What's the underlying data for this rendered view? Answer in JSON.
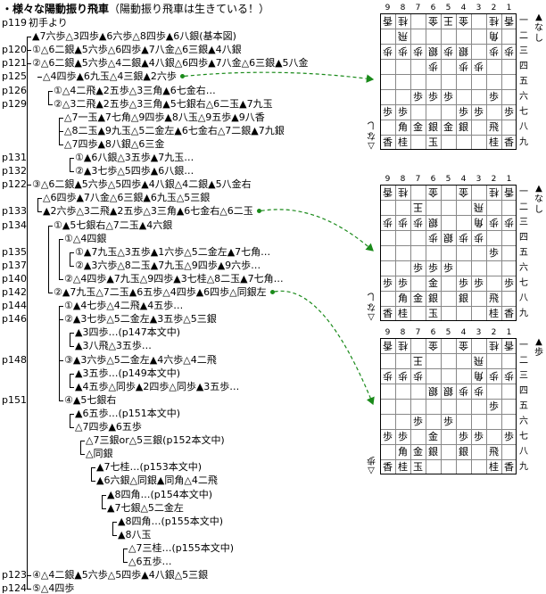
{
  "title": {
    "heading": "・様々な陽動振り飛車",
    "subtitle": "（陽動振り飛車は生きている！）"
  },
  "tree": [
    {
      "page": "p119",
      "depth": 0,
      "text": "初手より"
    },
    {
      "page": "",
      "depth": 1,
      "text": "▲7六歩△3四歩▲6六歩△8四歩▲6八銀(基本図)"
    },
    {
      "page": "p120",
      "depth": 1,
      "prefix": "①",
      "text": "△6二銀▲5六歩△6四歩▲7八金△6三銀▲4八銀"
    },
    {
      "page": "p121",
      "depth": 1,
      "prefix": "②",
      "text": "△6二銀▲5六歩△4二銀▲4八銀△6四歩▲7八金△6三銀▲5八金"
    },
    {
      "page": "p125",
      "depth": 2,
      "text": "△4四歩▲6九玉△4三銀▲2六歩",
      "dot": true
    },
    {
      "page": "p126",
      "depth": 3,
      "prefix": "①",
      "text": "△4二飛▲2五歩△3三角▲6七金右…"
    },
    {
      "page": "p129",
      "depth": 3,
      "prefix": "②",
      "text": "△3二飛▲2五歩△3三角▲5七銀右△6二玉▲7九玉"
    },
    {
      "page": "",
      "depth": 4,
      "text": "△7一玉▲7七角△9四歩▲8八玉△9五歩▲9八香"
    },
    {
      "page": "",
      "depth": 4,
      "text": "△8二玉▲9九玉△5二金左▲6七金右△7二銀▲7九銀"
    },
    {
      "page": "",
      "depth": 4,
      "text": "△7四歩▲8八銀△6三金"
    },
    {
      "page": "p131",
      "depth": 5,
      "prefix": "①",
      "text": "▲6八銀△3五歩▲7九玉…"
    },
    {
      "page": "p132",
      "depth": 5,
      "prefix": "②",
      "text": "▲3七歩△5四歩▲6八銀…"
    },
    {
      "page": "p122",
      "depth": 1,
      "prefix": "③",
      "text": "△6二銀▲5六歩△5四歩▲4八銀△4二銀▲5八金右"
    },
    {
      "page": "",
      "depth": 2,
      "text": "△6四歩▲7八金△6三銀▲6九玉△5三銀"
    },
    {
      "page": "p133",
      "depth": 2,
      "text": "▲2六歩△3二飛▲2五歩△3三角▲6七金右△6二玉",
      "dot": true
    },
    {
      "page": "p134",
      "depth": 3,
      "prefix": "①",
      "text": "▲5七銀右△7二玉▲4六銀"
    },
    {
      "page": "",
      "depth": 4,
      "prefix": "①",
      "text": "△4四銀"
    },
    {
      "page": "p135",
      "depth": 5,
      "prefix": "①",
      "text": "▲7九玉△3五歩▲1六歩△5二金左▲7七角…"
    },
    {
      "page": "p137",
      "depth": 5,
      "prefix": "②",
      "text": "▲3六歩△8二玉▲7九玉△9四歩▲9六歩…"
    },
    {
      "page": "p140",
      "depth": 4,
      "prefix": "②",
      "text": "△4四歩▲7九玉△9四歩▲3七桂△8二玉▲7七角…"
    },
    {
      "page": "p142",
      "depth": 3,
      "prefix": "②",
      "text": "▲7九玉△7二玉▲6五歩△4四歩▲6四歩△同銀左",
      "dot": true
    },
    {
      "page": "p144",
      "depth": 4,
      "prefix": "①",
      "text": "▲4七歩△4二飛▲4五歩…"
    },
    {
      "page": "p146",
      "depth": 4,
      "prefix": "②",
      "text": "▲3七歩△5二金左▲3五歩△5三銀"
    },
    {
      "page": "",
      "depth": 5,
      "text": "▲3四歩…(p147本文中)"
    },
    {
      "page": "",
      "depth": 5,
      "text": "▲3八飛△3五歩…"
    },
    {
      "page": "p148",
      "depth": 4,
      "prefix": "③",
      "text": "▲3六歩△5二金左▲4六歩△4二飛"
    },
    {
      "page": "",
      "depth": 5,
      "text": "▲3五歩…(p149本文中)"
    },
    {
      "page": "",
      "depth": 5,
      "text": "▲4五歩△同歩▲2四歩△同歩▲3五歩…"
    },
    {
      "page": "p151",
      "depth": 4,
      "prefix": "④",
      "text": "▲5七銀右"
    },
    {
      "page": "",
      "depth": 5,
      "text": "▲6五歩…(p151本文中)"
    },
    {
      "page": "",
      "depth": 5,
      "text": "△7四歩▲6五歩"
    },
    {
      "page": "",
      "depth": 6,
      "text": "△7三銀or△5三銀(p152本文中)"
    },
    {
      "page": "",
      "depth": 6,
      "text": "△同銀"
    },
    {
      "page": "",
      "depth": 7,
      "text": "▲7七桂…(p153本文中)"
    },
    {
      "page": "",
      "depth": 7,
      "text": "▲6六銀△同銀▲同角△4二飛"
    },
    {
      "page": "",
      "depth": 8,
      "text": "▲8四角…(p154本文中)"
    },
    {
      "page": "",
      "depth": 8,
      "text": "▲7七銀△5二金左"
    },
    {
      "page": "",
      "depth": 9,
      "text": "▲8四角…(p155本文中)"
    },
    {
      "page": "",
      "depth": 9,
      "text": "▲8八玉"
    },
    {
      "page": "",
      "depth": 10,
      "text": "△7三桂…(p155本文中)"
    },
    {
      "page": "",
      "depth": 10,
      "text": "△6五歩…"
    },
    {
      "page": "p123",
      "depth": 1,
      "prefix": "④",
      "text": "△4二銀▲5六歩△5四歩▲4八銀△5三銀"
    },
    {
      "page": "p124",
      "depth": 1,
      "prefix": "⑤",
      "text": "△4四歩"
    }
  ],
  "board_labels": {
    "cols": [
      "9",
      "8",
      "7",
      "6",
      "5",
      "4",
      "3",
      "2",
      "1"
    ],
    "rows": [
      "一",
      "二",
      "三",
      "四",
      "五",
      "六",
      "七",
      "八",
      "九"
    ]
  },
  "boards": [
    {
      "gote_hand": "△なし",
      "sente_hand": "▲なし",
      "pieces": [
        {
          "c": 9,
          "r": 1,
          "t": "香",
          "g": true
        },
        {
          "c": 8,
          "r": 1,
          "t": "桂",
          "g": true
        },
        {
          "c": 6,
          "r": 1,
          "t": "金",
          "g": true
        },
        {
          "c": 5,
          "r": 1,
          "t": "王",
          "g": true
        },
        {
          "c": 4,
          "r": 1,
          "t": "金",
          "g": true
        },
        {
          "c": 2,
          "r": 1,
          "t": "桂",
          "g": true
        },
        {
          "c": 1,
          "r": 1,
          "t": "香",
          "g": true
        },
        {
          "c": 8,
          "r": 2,
          "t": "飛",
          "g": true
        },
        {
          "c": 2,
          "r": 2,
          "t": "角",
          "g": true
        },
        {
          "c": 6,
          "r": 3,
          "t": "銀",
          "g": true
        },
        {
          "c": 4,
          "r": 3,
          "t": "銀",
          "g": true
        },
        {
          "c": 9,
          "r": 3,
          "t": "歩",
          "g": true
        },
        {
          "c": 8,
          "r": 3,
          "t": "歩",
          "g": true
        },
        {
          "c": 7,
          "r": 3,
          "t": "歩",
          "g": true
        },
        {
          "c": 5,
          "r": 3,
          "t": "歩",
          "g": true
        },
        {
          "c": 2,
          "r": 3,
          "t": "歩",
          "g": true
        },
        {
          "c": 1,
          "r": 3,
          "t": "歩",
          "g": true
        },
        {
          "c": 6,
          "r": 4,
          "t": "歩",
          "g": true
        },
        {
          "c": 4,
          "r": 4,
          "t": "歩",
          "g": true
        },
        {
          "c": 3,
          "r": 4,
          "t": "歩",
          "g": true
        },
        {
          "c": 7,
          "r": 6,
          "t": "歩"
        },
        {
          "c": 6,
          "r": 6,
          "t": "歩"
        },
        {
          "c": 5,
          "r": 6,
          "t": "歩"
        },
        {
          "c": 2,
          "r": 6,
          "t": "歩"
        },
        {
          "c": 9,
          "r": 7,
          "t": "歩"
        },
        {
          "c": 8,
          "r": 7,
          "t": "歩"
        },
        {
          "c": 4,
          "r": 7,
          "t": "歩"
        },
        {
          "c": 3,
          "r": 7,
          "t": "歩"
        },
        {
          "c": 1,
          "r": 7,
          "t": "歩"
        },
        {
          "c": 8,
          "r": 8,
          "t": "角"
        },
        {
          "c": 7,
          "r": 8,
          "t": "金"
        },
        {
          "c": 6,
          "r": 8,
          "t": "銀"
        },
        {
          "c": 5,
          "r": 8,
          "t": "金"
        },
        {
          "c": 4,
          "r": 8,
          "t": "銀"
        },
        {
          "c": 2,
          "r": 8,
          "t": "飛"
        },
        {
          "c": 9,
          "r": 9,
          "t": "香"
        },
        {
          "c": 8,
          "r": 9,
          "t": "桂"
        },
        {
          "c": 6,
          "r": 9,
          "t": "玉"
        },
        {
          "c": 2,
          "r": 9,
          "t": "桂"
        },
        {
          "c": 1,
          "r": 9,
          "t": "香"
        }
      ]
    },
    {
      "gote_hand": "△なし",
      "sente_hand": "▲なし",
      "pieces": [
        {
          "c": 9,
          "r": 1,
          "t": "香",
          "g": true
        },
        {
          "c": 8,
          "r": 1,
          "t": "桂",
          "g": true
        },
        {
          "c": 6,
          "r": 1,
          "t": "金",
          "g": true
        },
        {
          "c": 4,
          "r": 1,
          "t": "金",
          "g": true
        },
        {
          "c": 2,
          "r": 1,
          "t": "桂",
          "g": true
        },
        {
          "c": 1,
          "r": 1,
          "t": "香",
          "g": true
        },
        {
          "c": 7,
          "r": 2,
          "t": "王",
          "g": true
        },
        {
          "c": 3,
          "r": 2,
          "t": "飛",
          "g": true
        },
        {
          "c": 9,
          "r": 3,
          "t": "歩",
          "g": true
        },
        {
          "c": 8,
          "r": 3,
          "t": "歩",
          "g": true
        },
        {
          "c": 7,
          "r": 3,
          "t": "歩",
          "g": true
        },
        {
          "c": 6,
          "r": 3,
          "t": "銀",
          "g": true
        },
        {
          "c": 3,
          "r": 3,
          "t": "角",
          "g": true
        },
        {
          "c": 2,
          "r": 3,
          "t": "歩",
          "g": true
        },
        {
          "c": 1,
          "r": 3,
          "t": "歩",
          "g": true
        },
        {
          "c": 6,
          "r": 4,
          "t": "歩",
          "g": true
        },
        {
          "c": 5,
          "r": 4,
          "t": "銀",
          "g": true
        },
        {
          "c": 4,
          "r": 4,
          "t": "歩",
          "g": true
        },
        {
          "c": 3,
          "r": 4,
          "t": "歩",
          "g": true
        },
        {
          "c": 2,
          "r": 5,
          "t": "歩"
        },
        {
          "c": 7,
          "r": 6,
          "t": "歩"
        },
        {
          "c": 6,
          "r": 6,
          "t": "歩"
        },
        {
          "c": 5,
          "r": 6,
          "t": "歩"
        },
        {
          "c": 9,
          "r": 7,
          "t": "歩"
        },
        {
          "c": 8,
          "r": 7,
          "t": "歩"
        },
        {
          "c": 6,
          "r": 7,
          "t": "金"
        },
        {
          "c": 4,
          "r": 7,
          "t": "歩"
        },
        {
          "c": 3,
          "r": 7,
          "t": "歩"
        },
        {
          "c": 1,
          "r": 7,
          "t": "歩"
        },
        {
          "c": 8,
          "r": 8,
          "t": "角"
        },
        {
          "c": 7,
          "r": 8,
          "t": "金"
        },
        {
          "c": 6,
          "r": 8,
          "t": "銀"
        },
        {
          "c": 4,
          "r": 8,
          "t": "銀"
        },
        {
          "c": 2,
          "r": 8,
          "t": "飛"
        },
        {
          "c": 9,
          "r": 9,
          "t": "香"
        },
        {
          "c": 8,
          "r": 9,
          "t": "桂"
        },
        {
          "c": 6,
          "r": 9,
          "t": "玉"
        },
        {
          "c": 2,
          "r": 9,
          "t": "桂"
        },
        {
          "c": 1,
          "r": 9,
          "t": "香"
        }
      ]
    },
    {
      "gote_hand": "△歩",
      "sente_hand": "▲歩",
      "pieces": [
        {
          "c": 9,
          "r": 1,
          "t": "香",
          "g": true
        },
        {
          "c": 8,
          "r": 1,
          "t": "桂",
          "g": true
        },
        {
          "c": 6,
          "r": 1,
          "t": "金",
          "g": true
        },
        {
          "c": 4,
          "r": 1,
          "t": "金",
          "g": true
        },
        {
          "c": 2,
          "r": 1,
          "t": "桂",
          "g": true
        },
        {
          "c": 1,
          "r": 1,
          "t": "香",
          "g": true
        },
        {
          "c": 7,
          "r": 2,
          "t": "王",
          "g": true
        },
        {
          "c": 3,
          "r": 2,
          "t": "飛",
          "g": true
        },
        {
          "c": 9,
          "r": 3,
          "t": "歩",
          "g": true
        },
        {
          "c": 8,
          "r": 3,
          "t": "歩",
          "g": true
        },
        {
          "c": 7,
          "r": 3,
          "t": "歩",
          "g": true
        },
        {
          "c": 3,
          "r": 3,
          "t": "角",
          "g": true
        },
        {
          "c": 2,
          "r": 3,
          "t": "歩",
          "g": true
        },
        {
          "c": 1,
          "r": 3,
          "t": "歩",
          "g": true
        },
        {
          "c": 6,
          "r": 4,
          "t": "銀",
          "g": true
        },
        {
          "c": 5,
          "r": 4,
          "t": "銀",
          "g": true
        },
        {
          "c": 4,
          "r": 4,
          "t": "歩",
          "g": true
        },
        {
          "c": 3,
          "r": 4,
          "t": "歩",
          "g": true
        },
        {
          "c": 2,
          "r": 5,
          "t": "歩"
        },
        {
          "c": 7,
          "r": 6,
          "t": "歩"
        },
        {
          "c": 5,
          "r": 6,
          "t": "歩"
        },
        {
          "c": 9,
          "r": 7,
          "t": "歩"
        },
        {
          "c": 8,
          "r": 7,
          "t": "歩"
        },
        {
          "c": 6,
          "r": 7,
          "t": "金"
        },
        {
          "c": 4,
          "r": 7,
          "t": "歩"
        },
        {
          "c": 3,
          "r": 7,
          "t": "歩"
        },
        {
          "c": 1,
          "r": 7,
          "t": "歩"
        },
        {
          "c": 8,
          "r": 8,
          "t": "角"
        },
        {
          "c": 7,
          "r": 8,
          "t": "金"
        },
        {
          "c": 6,
          "r": 8,
          "t": "銀"
        },
        {
          "c": 4,
          "r": 8,
          "t": "銀"
        },
        {
          "c": 2,
          "r": 8,
          "t": "飛"
        },
        {
          "c": 9,
          "r": 9,
          "t": "香"
        },
        {
          "c": 8,
          "r": 9,
          "t": "桂"
        },
        {
          "c": 7,
          "r": 9,
          "t": "玉"
        },
        {
          "c": 2,
          "r": 9,
          "t": "桂"
        },
        {
          "c": 1,
          "r": 9,
          "t": "香"
        }
      ]
    }
  ]
}
